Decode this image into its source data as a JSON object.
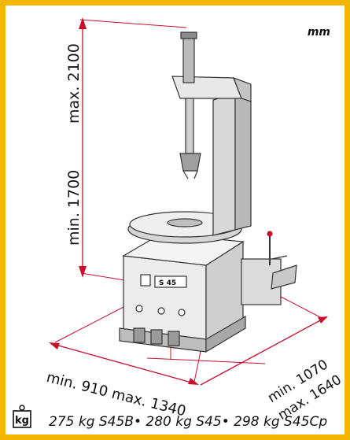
{
  "unit": "mm",
  "dimensions": {
    "height_min": "min. 1700",
    "height_max": "max. 2100",
    "width": "min. 910  max. 1340",
    "depth_min": "min. 1070",
    "depth_max": "max. 1640"
  },
  "weight": {
    "icon": "kg-weight-icon",
    "text": "275 kg S45B• 280 kg S45• 298 kg S45Cp"
  },
  "machine": {
    "model_label": "S 45"
  },
  "colors": {
    "frame": "#f2b600",
    "dimension_lines": "#c8102e"
  }
}
